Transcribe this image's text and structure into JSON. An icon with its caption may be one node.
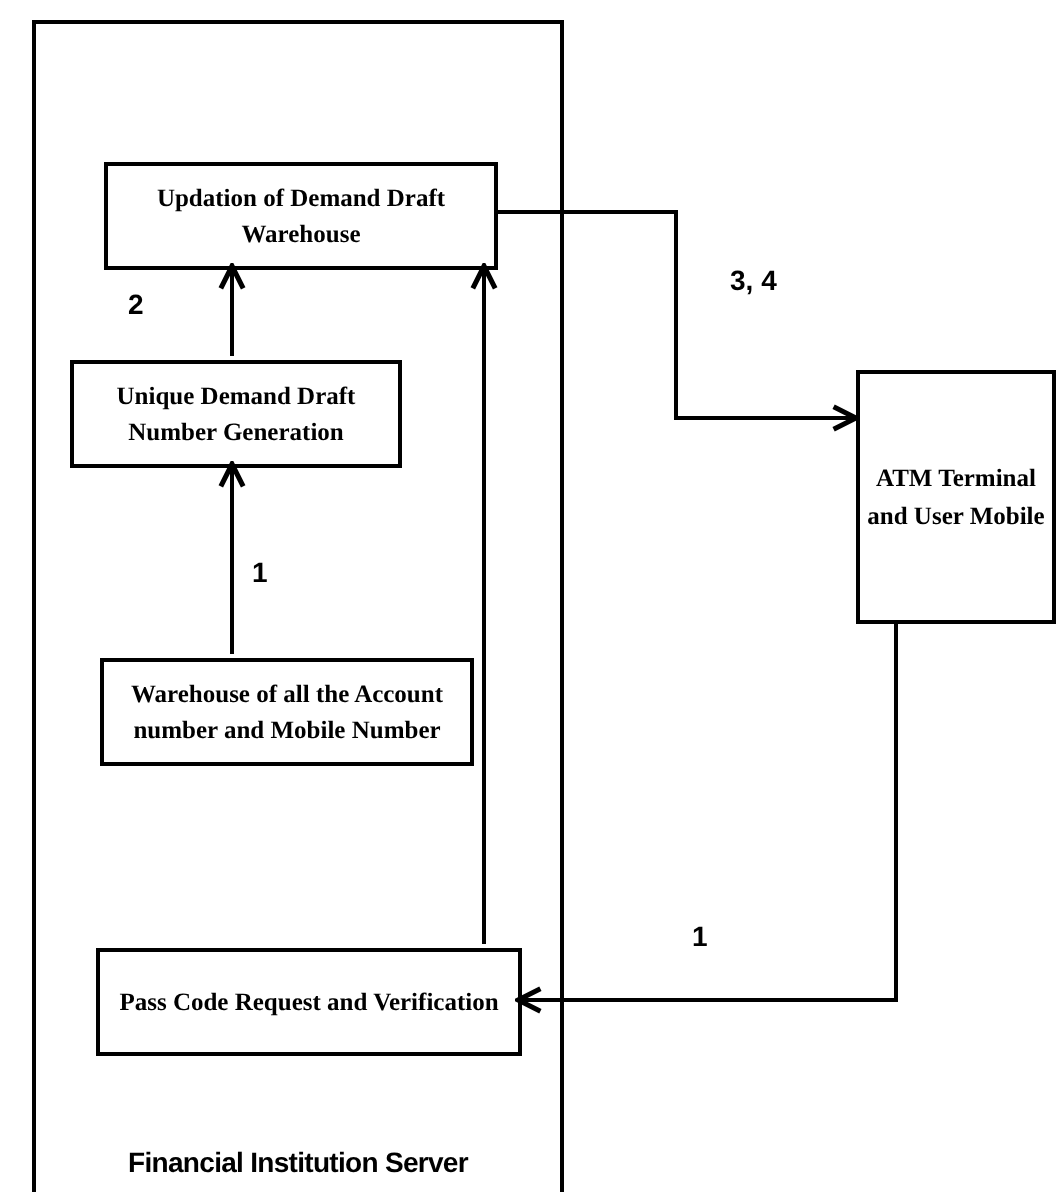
{
  "diagram": {
    "nodes": [
      {
        "text": [
          "Financial Institution Server"
        ]
      },
      {
        "text": [
          "Updation of Demand Draft Warehouse"
        ],
        "in": 0
      },
      {
        "text": [
          "Unique Demand Draft Number Generation"
        ],
        "in": 0
      },
      {
        "text": [
          "Warehouse of all the Account number and Mobile Number"
        ],
        "in": 0
      },
      {
        "text": [
          "Pass Code Request and Verification"
        ],
        "in": 0
      },
      {
        "text": [
          "ATM Terminal and User Mobile"
        ]
      }
    ],
    "edges": [
      {
        "from": 2,
        "to": 1,
        "arrow": "to",
        "label": "2"
      },
      {
        "from": 3,
        "to": 2,
        "arrow": "to",
        "label": "1"
      },
      {
        "from": 4,
        "to": 1,
        "arrow": "to"
      },
      {
        "from": 1,
        "to": 5,
        "arrow": "to",
        "label": "3, 4"
      },
      {
        "from": 5,
        "to": 4,
        "arrow": "to",
        "label": "1"
      }
    ]
  }
}
